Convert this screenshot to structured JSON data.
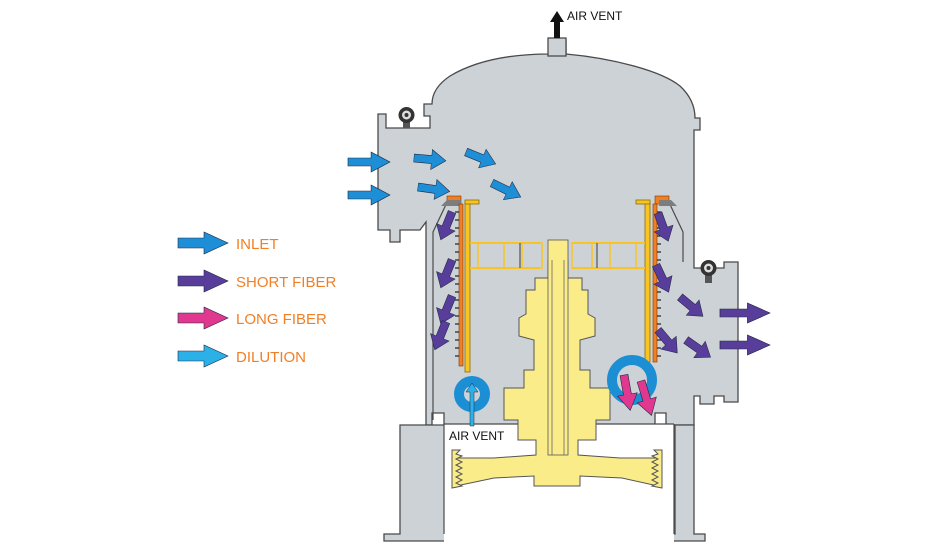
{
  "diagram": {
    "title": "Pressure screen flow diagram",
    "labels": {
      "air_vent_top": "AIR VENT",
      "air_vent_bottom": "AIR VENT"
    },
    "legend": [
      {
        "label": "INLET",
        "color": "#1e8fd6",
        "icon": "inlet-arrow-icon"
      },
      {
        "label": "SHORT FIBER",
        "color": "#583e9a",
        "icon": "short-fiber-arrow-icon"
      },
      {
        "label": "LONG FIBER",
        "color": "#e0388e",
        "icon": "long-fiber-arrow-icon"
      },
      {
        "label": "DILUTION",
        "color": "#2bb1e8",
        "icon": "dilution-arrow-icon"
      }
    ],
    "colors": {
      "shell": "#cdd2d6",
      "rotor": "#fbec8a",
      "screen": "#f9c422",
      "label_text": "#f07f26",
      "inlet": "#1e8fd6",
      "short_fiber": "#583e9a",
      "long_fiber": "#e0388e",
      "dilution": "#2bb1e8",
      "air_vent_arrow": "#111111"
    }
  }
}
